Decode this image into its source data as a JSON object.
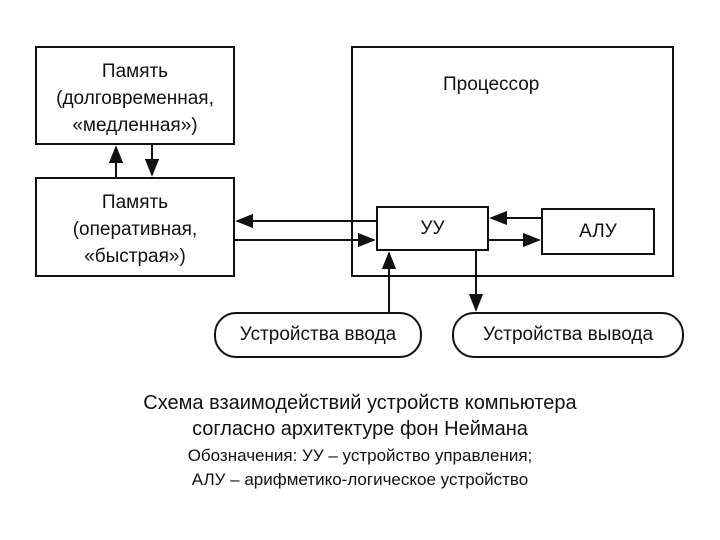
{
  "memory_long": {
    "line1": "Память",
    "line2": "(долговременная,",
    "line3": "«медленная»)"
  },
  "memory_fast": {
    "line1": "Память",
    "line2": "(оперативная,",
    "line3": "«быстрая»)"
  },
  "processor": {
    "title": "Процессор",
    "cu_label": "УУ",
    "alu_label": "АЛУ"
  },
  "input_devices": "Устройства ввода",
  "output_devices": "Устройства вывода",
  "caption": {
    "title_line1": "Схема взаимодействий устройств компьютера",
    "title_line2": "согласно архитектуре фон Неймана",
    "legend_line1": "Обозначения: УУ – устройство управления;",
    "legend_line2": "АЛУ – арифметико-логическое устройство"
  }
}
